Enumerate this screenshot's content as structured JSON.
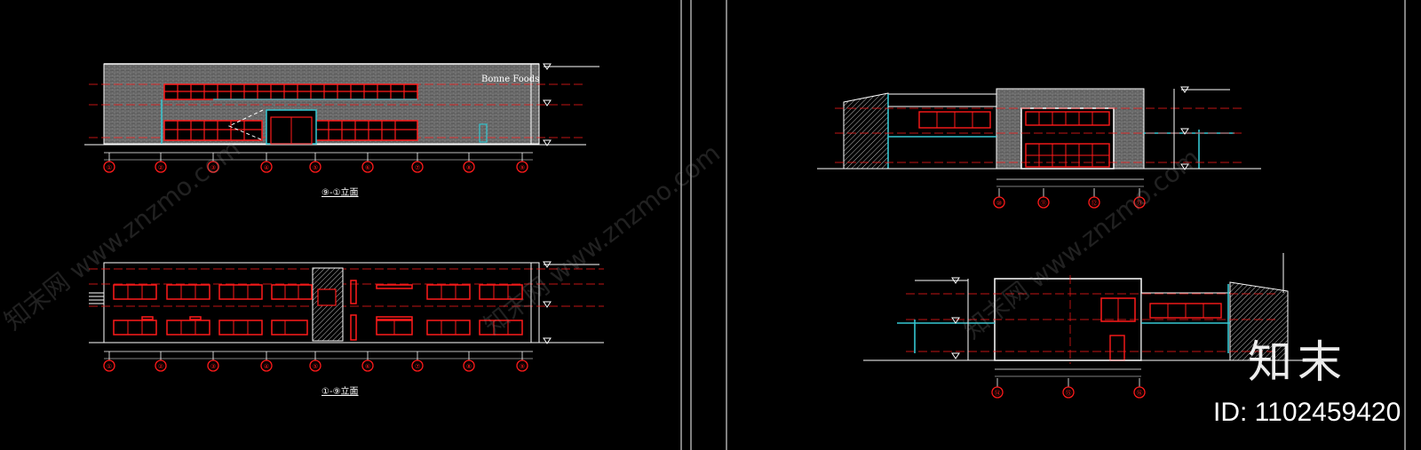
{
  "drawing": {
    "storefront_sign": "Bonne Foods",
    "elev_title_1": "⑨-①立面",
    "elev_title_2": "①-⑨立面"
  },
  "grid_labels_top": [
    "①",
    "②",
    "③",
    "④",
    "⑤",
    "⑥",
    "⑦",
    "⑧",
    "⑨"
  ],
  "grid_labels_right": [
    "⑩",
    "⑪",
    "⑫",
    "⑬"
  ],
  "grid_labels_right_bottom": [
    "⑭",
    "⑮",
    "⑯"
  ],
  "watermark": {
    "site": "知末网 www.znzmo.com",
    "logo": "知末",
    "id_text": "ID: 1102459420"
  },
  "colors": {
    "background": "#000000",
    "line_white": "#ffffff",
    "line_red": "#ff1a1a",
    "line_cyan": "#35c7d2",
    "brick_fill": "#6a6a6a"
  }
}
